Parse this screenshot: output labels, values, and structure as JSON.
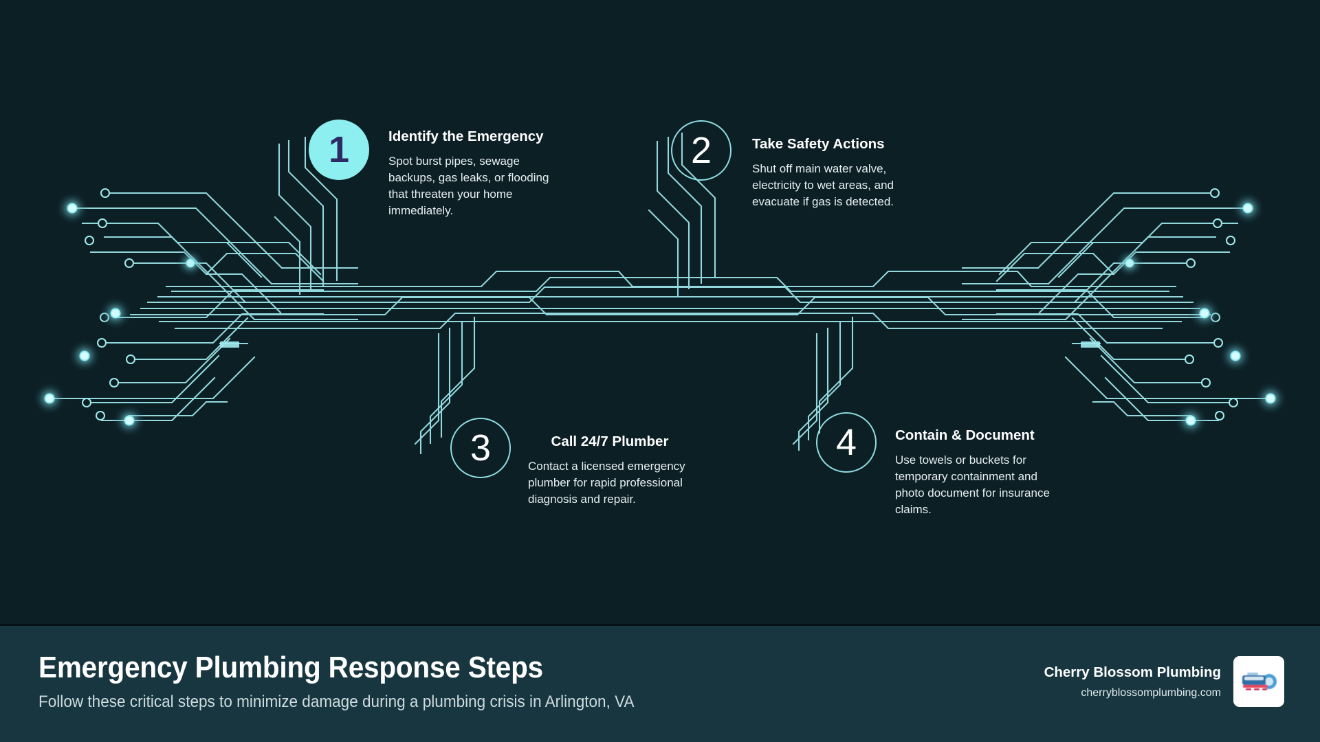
{
  "poster": {
    "background_color": "#0b1f25",
    "accent_color": "#8defef",
    "trace_color": "#9fe8ec"
  },
  "steps": [
    {
      "number": "1",
      "title": "Identify the Emergency",
      "description": "Spot burst pipes, sewage backups, gas leaks, or flooding that threaten your home immediately.",
      "badge_style": "filled"
    },
    {
      "number": "2",
      "title": "Take Safety Actions",
      "description": "Shut off main water valve, electricity to wet areas, and evacuate if gas is detected.",
      "badge_style": "outlined"
    },
    {
      "number": "3",
      "title": "Call 24/7 Plumber",
      "description": "Contact a licensed emergency plumber for rapid professional diagnosis and repair.",
      "badge_style": "outlined"
    },
    {
      "number": "4",
      "title": "Contain & Document",
      "description": "Use towels or buckets for temporary containment and photo document for insurance claims.",
      "badge_style": "outlined"
    }
  ],
  "footer": {
    "title": "Emergency Plumbing Response Steps",
    "subtitle": "Follow these critical steps to minimize damage during a plumbing crisis in Arlington, VA",
    "brand_name": "Cherry Blossom Plumbing",
    "brand_url": "cherryblossomplumbing.com",
    "logo_alt": "cherry-blossom-plumbing-logo",
    "background_color": "#17363f"
  }
}
